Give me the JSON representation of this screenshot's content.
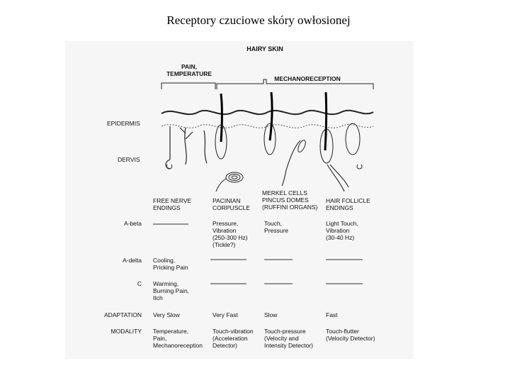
{
  "slide": {
    "title": "Receptory czuciowe skóry owłosionej"
  },
  "figure": {
    "heading": "HAIRY SKIN",
    "group_pain": [
      "PAIN,",
      "TEMPERATURE"
    ],
    "group_mechano": "MECHANORECEPTION",
    "layer_epidermis": "EPIDERMIS",
    "layer_dermis": "DERVIS",
    "columns": [
      {
        "lines": [
          "FREE NERVE",
          "ENDINGS"
        ]
      },
      {
        "lines": [
          "PACINIAN",
          "CORPUSCLE"
        ]
      },
      {
        "lines": [
          "MERKEL CELLS",
          "PINCUS DOMES",
          "(RUFFINI ORGANS)"
        ]
      },
      {
        "lines": [
          "HAIR FOLLICLE",
          "ENDINGS"
        ]
      }
    ],
    "rows": [
      {
        "label": "A-beta",
        "cells": [
          [],
          [
            "Pressure,",
            "Vibration",
            "(250-300 Hz)",
            "(Tickle?)"
          ],
          [
            "Touch,",
            "Pressure"
          ],
          [
            "Light Touch,",
            "Vibration",
            "(30-40 Hz)"
          ]
        ]
      },
      {
        "label": "A-delta",
        "cells": [
          [
            "Cooling,",
            "Pricking Pain"
          ],
          [],
          [],
          []
        ]
      },
      {
        "label": "C",
        "cells": [
          [
            "Warming,",
            "Burning Pain,",
            "Itch"
          ],
          [],
          [],
          []
        ]
      },
      {
        "label": "ADAPTATION",
        "cells": [
          [
            "Very Slow"
          ],
          [
            "Very Fast"
          ],
          [
            "Slow"
          ],
          [
            "Fast"
          ]
        ]
      },
      {
        "label": "MODALITY",
        "cells": [
          [
            "Temperature,",
            "Pain,",
            "Mechanoreception"
          ],
          [
            "Touch-vibration",
            "(Acceleration",
            "Detector)"
          ],
          [
            "Touch-pressure",
            "(Velocity and",
            "Intensity Detector)"
          ],
          [
            "Touch-flutter",
            "(Velocity Detector)"
          ]
        ]
      }
    ]
  }
}
